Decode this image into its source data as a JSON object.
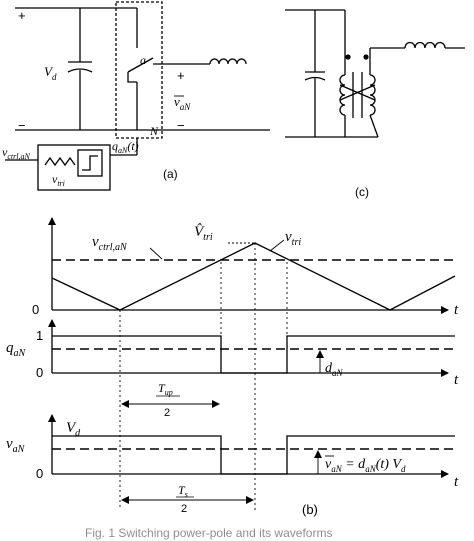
{
  "circuit_a": {
    "plus": "+",
    "minus": "−",
    "vd": "V",
    "vd_sub": "d",
    "node_a": "a",
    "node_n": "N",
    "out_plus": "+",
    "out_minus": "−",
    "vout": "v",
    "vout_sub": "aN",
    "vctrl": "v",
    "vctrl_sub": "ctrl,aN",
    "vtri": "v",
    "vtri_sub": "tri",
    "q": "q",
    "q_sub": "aN",
    "q_arg": "(t)",
    "panel": "(a)"
  },
  "circuit_c": {
    "panel": "(c)"
  },
  "waveforms_b": {
    "vctrl": "v",
    "vctrl_sub": "ctrl,aN",
    "vhat": "V̂",
    "vhat_sub": "tri",
    "vtri": "v",
    "vtri_sub": "tri",
    "zero1": "0",
    "t1": "t",
    "q": "q",
    "q_sub": "aN",
    "one": "1",
    "zero2": "0",
    "t2": "t",
    "d": "d",
    "d_sub": "aN",
    "tup_num": "T",
    "tup_sub": "up",
    "tup_den": "2",
    "v": "v",
    "v_sub": "aN",
    "vd": "V",
    "vd_sub": "d",
    "zero3": "0",
    "t3": "t",
    "eq_lhs": "v",
    "eq_lhs_sub": "aN",
    "eq_rhs": " = d",
    "eq_rhs_sub": "aN",
    "eq_rhs2": "(t) V",
    "eq_rhs2_sub": "d",
    "ts_num": "T",
    "ts_sub": "s",
    "ts_den": "2",
    "panel": "(b)"
  },
  "caption": "Fig. 1 Switching power-pole and its waveforms"
}
